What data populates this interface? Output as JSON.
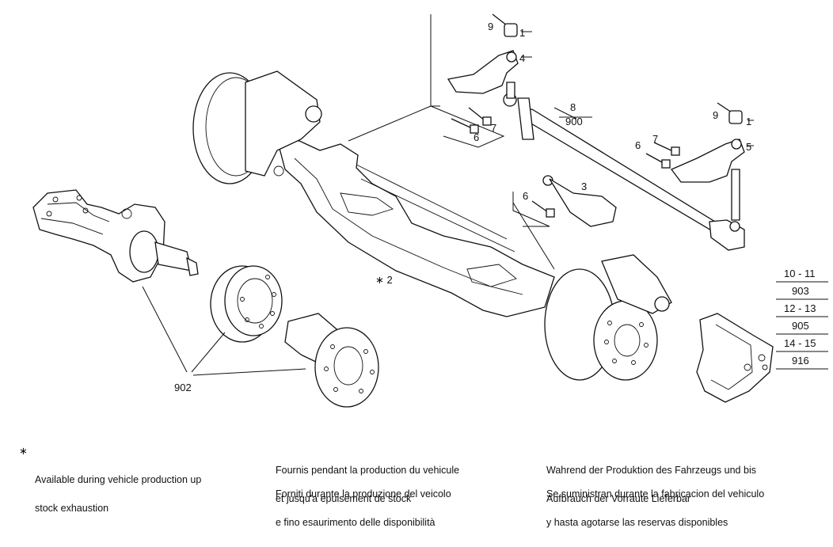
{
  "callouts": {
    "c1a": "1",
    "c9a": "9",
    "c4": "4",
    "c8": "8",
    "c900": "900",
    "c7a": "7",
    "c6a": "6",
    "c9b": "9",
    "c1b": "1",
    "c7b": "7",
    "c6b": "6",
    "c5": "5",
    "c6c": "6",
    "c3": "3",
    "c2": "∗ 2",
    "c902": "902"
  },
  "ref_table": {
    "rows": [
      {
        "range": "10 - 11",
        "code": "903"
      },
      {
        "range": "12 - 13",
        "code": "905"
      },
      {
        "range": "14 - 15",
        "code": "916"
      }
    ]
  },
  "notes": {
    "star": "∗",
    "en": [
      "Available during vehicle production up",
      "stock exhaustion"
    ],
    "fr": [
      "Fournis pendant la production du vehicule",
      "et jusqu'a epuisement de stock"
    ],
    "it": [
      "Forniti durante la produzione del veicolo",
      "e fino esaurimento delle disponibilità"
    ],
    "de": [
      "Wahrend der Produktion des Fahrzeugs und bis",
      "Aufbrauch der Vorraute Lieferbar"
    ],
    "es": [
      "Se suministran durante la fabricacion del vehiculo",
      "y hasta agotarse las reservas disponibles"
    ]
  }
}
